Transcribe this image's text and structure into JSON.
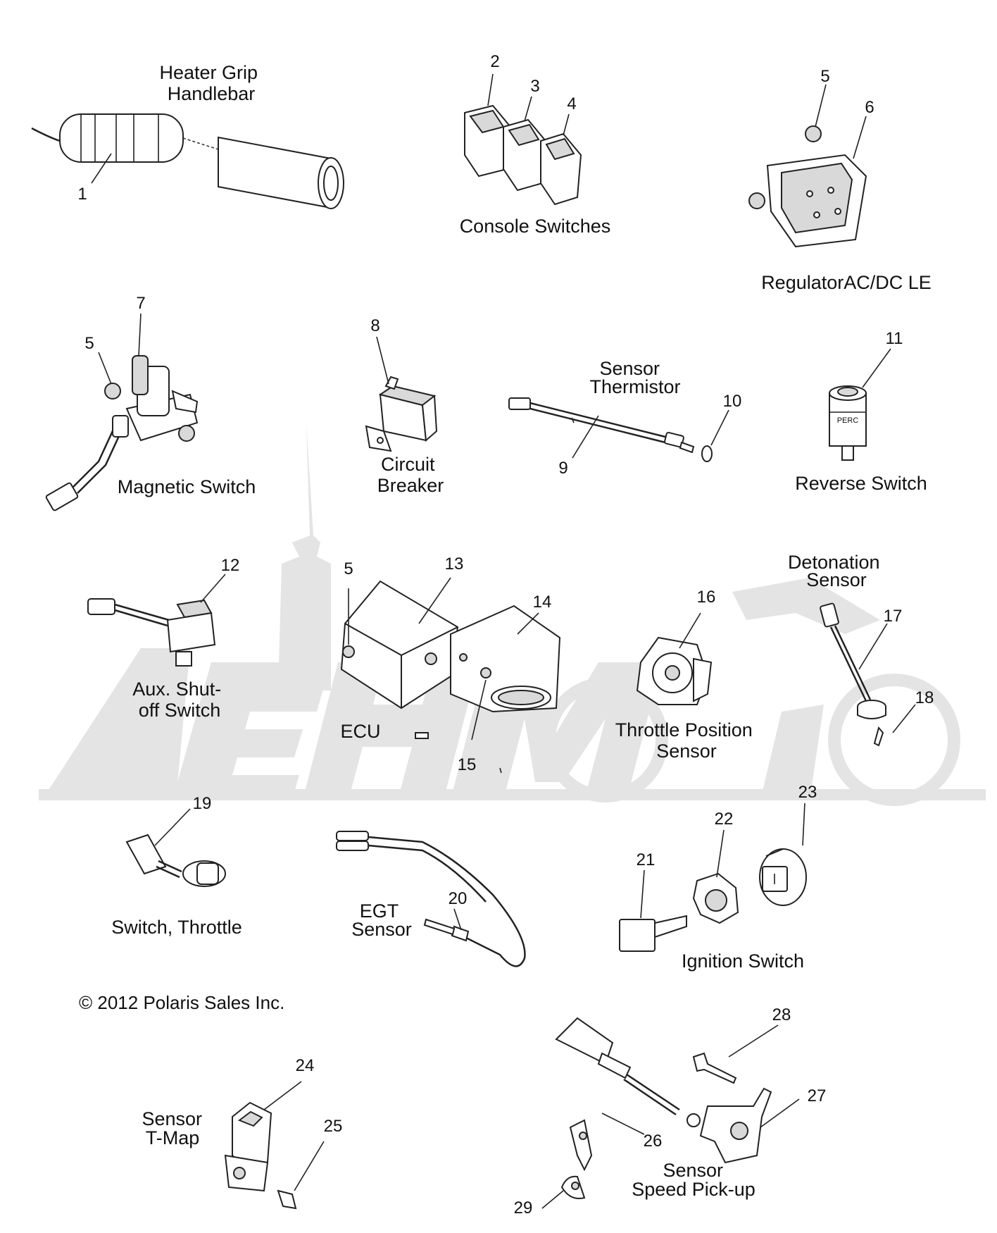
{
  "labels": {
    "heater_grip": [
      "Heater Grip",
      "Handlebar"
    ],
    "console_switches": [
      "Console Switches"
    ],
    "regulator": [
      "RegulatorAC/DC LE"
    ],
    "magnetic_switch": [
      "Magnetic Switch"
    ],
    "circuit_breaker": [
      "Circuit",
      "Breaker"
    ],
    "sensor_thermistor": [
      "Sensor",
      "Thermistor"
    ],
    "reverse_switch": [
      "Reverse Switch"
    ],
    "aux_shutoff": [
      "Aux. Shut-",
      "off Switch"
    ],
    "ecu": [
      "ECU"
    ],
    "throttle_position": [
      "Throttle Position",
      "Sensor"
    ],
    "detonation": [
      "Detonation",
      "Sensor"
    ],
    "switch_throttle": [
      "Switch, Throttle"
    ],
    "egt_sensor": [
      "EGT",
      "Sensor"
    ],
    "ignition_switch": [
      "Ignition Switch"
    ],
    "sensor_tmap": [
      "Sensor",
      "T-Map"
    ],
    "speed_pickup": [
      "Sensor",
      "Speed Pick-up"
    ]
  },
  "copyright": "© 2012 Polaris Sales Inc.",
  "reverse_switch_marking": "PERC",
  "callouts": {
    "c1": "1",
    "c2": "2",
    "c3": "3",
    "c4": "4",
    "c5a": "5",
    "c6": "6",
    "c5b": "5",
    "c7": "7",
    "c8": "8",
    "c9": "9",
    "c10": "10",
    "c11": "11",
    "c12": "12",
    "c5c": "5",
    "c13": "13",
    "c14": "14",
    "c15": "15",
    "c16": "16",
    "c17": "17",
    "c18": "18",
    "c19": "19",
    "c20": "20",
    "c21": "21",
    "c22": "22",
    "c23": "23",
    "c24": "24",
    "c25": "25",
    "c26": "26",
    "c27": "27",
    "c28": "28",
    "c29": "29"
  },
  "colors": {
    "line": "#222222",
    "watermark": "#e4e4e4"
  }
}
